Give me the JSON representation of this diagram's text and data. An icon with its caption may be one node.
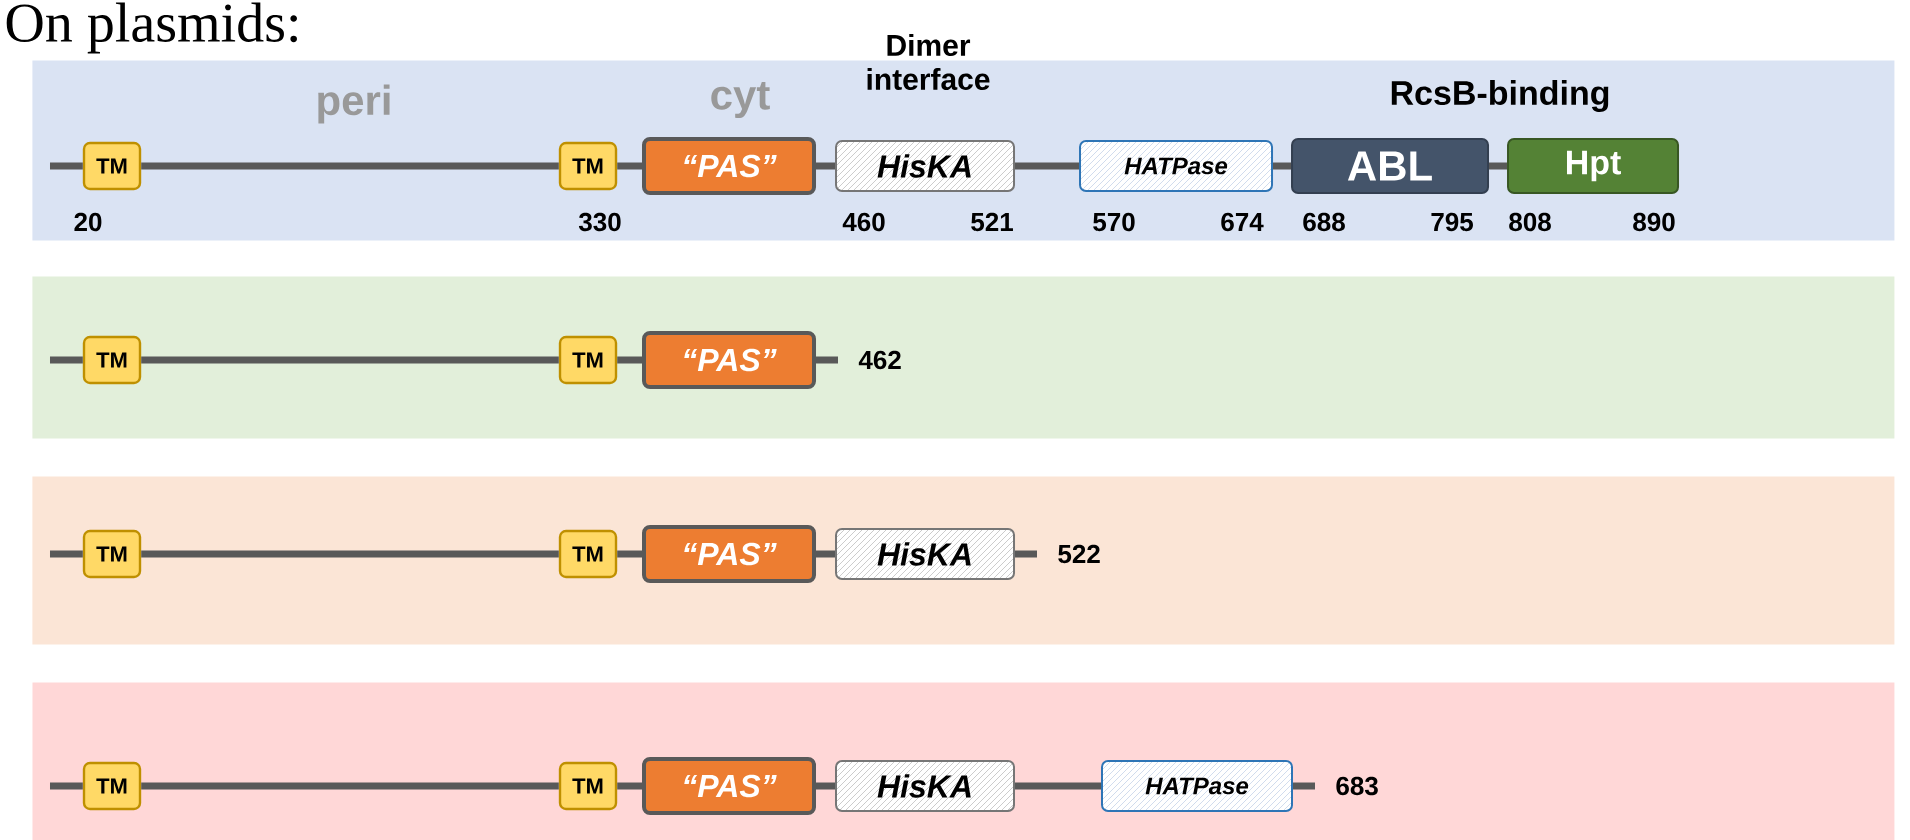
{
  "diagram": {
    "title": "On plasmids:",
    "nodes": [
      {
        "text": [],
        "shape": "box"
      },
      {
        "text": [
          "TM"
        ],
        "in": 0
      },
      {
        "text": [
          "TM"
        ],
        "in": 0
      },
      {
        "text": [
          "“PAS”"
        ],
        "in": 0
      },
      {
        "text": [
          "HisKA"
        ],
        "in": 0
      },
      {
        "text": [
          "HATPase"
        ],
        "in": 0
      },
      {
        "text": [
          "ABL"
        ],
        "in": 0
      },
      {
        "text": [
          "Hpt"
        ],
        "in": 0
      },
      {
        "text": [],
        "shape": "box"
      },
      {
        "text": [
          "TM"
        ],
        "in": 8
      },
      {
        "text": [
          "TM"
        ],
        "in": 8
      },
      {
        "text": [
          "“PAS”"
        ],
        "in": 8,
        "beside": [
          "462"
        ]
      },
      {
        "text": [],
        "shape": "box"
      },
      {
        "text": [
          "TM"
        ],
        "in": 12
      },
      {
        "text": [
          "TM"
        ],
        "in": 12
      },
      {
        "text": [
          "“PAS”"
        ],
        "in": 12
      },
      {
        "text": [
          "HisKA"
        ],
        "in": 12,
        "beside": [
          "522"
        ]
      },
      {
        "text": [],
        "shape": "box"
      },
      {
        "text": [
          "TM"
        ],
        "in": 17
      },
      {
        "text": [
          "TM"
        ],
        "in": 17
      },
      {
        "text": [
          "“PAS”"
        ],
        "in": 17
      },
      {
        "text": [
          "HisKA"
        ],
        "in": 17
      },
      {
        "text": [
          "HATPase"
        ],
        "in": 17,
        "beside": [
          "683"
        ]
      }
    ],
    "edges": [
      {
        "from": null,
        "to": 1,
        "arrow": "none"
      },
      {
        "from": 1,
        "to": 2,
        "arrow": "none"
      },
      {
        "from": 2,
        "to": 3,
        "arrow": "none"
      },
      {
        "from": 3,
        "to": 4,
        "arrow": "none"
      },
      {
        "from": 4,
        "to": 5,
        "arrow": "none"
      },
      {
        "from": 5,
        "to": 6,
        "arrow": "none"
      },
      {
        "from": 6,
        "to": 7,
        "arrow": "none"
      },
      {
        "from": null,
        "to": 9,
        "arrow": "none"
      },
      {
        "from": 9,
        "to": 10,
        "arrow": "none"
      },
      {
        "from": 10,
        "to": 11,
        "arrow": "none"
      },
      {
        "from": 11,
        "to": null,
        "arrow": "none"
      },
      {
        "from": null,
        "to": 13,
        "arrow": "none"
      },
      {
        "from": 13,
        "to": 14,
        "arrow": "none"
      },
      {
        "from": 14,
        "to": 15,
        "arrow": "none"
      },
      {
        "from": 15,
        "to": 16,
        "arrow": "none"
      },
      {
        "from": 16,
        "to": null,
        "arrow": "none"
      },
      {
        "from": null,
        "to": 18,
        "arrow": "none"
      },
      {
        "from": 18,
        "to": 19,
        "arrow": "none"
      },
      {
        "from": 19,
        "to": 20,
        "arrow": "none"
      },
      {
        "from": 20,
        "to": 21,
        "arrow": "none"
      },
      {
        "from": 21,
        "to": 22,
        "arrow": "none"
      },
      {
        "from": 22,
        "to": null,
        "arrow": "none"
      }
    ],
    "labels": [
      "Dimer interface",
      "peri",
      "cyt",
      "RcsB-binding",
      "20",
      "330",
      "460",
      "521",
      "570",
      "674",
      "688",
      "795",
      "808",
      "890"
    ]
  }
}
